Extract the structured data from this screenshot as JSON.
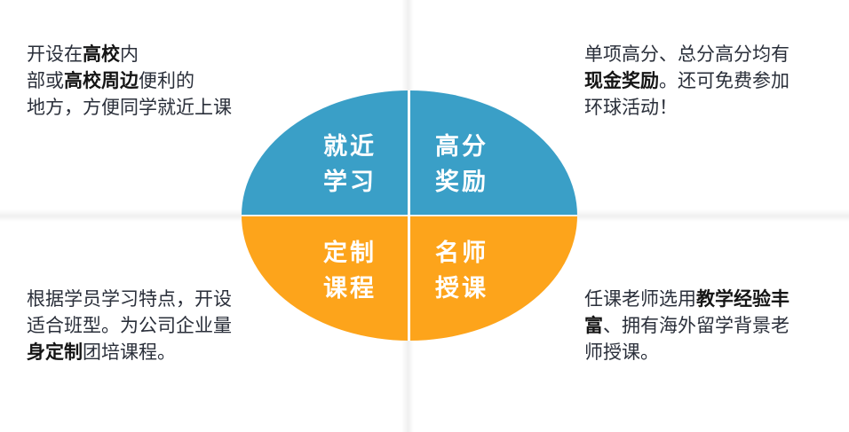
{
  "colors": {
    "blue": "#3a9fc7",
    "orange": "#fda41b",
    "text": "#2a2f3a"
  },
  "quadrants": {
    "top_left": {
      "line1": "就近",
      "line2": "学习"
    },
    "top_right": {
      "line1": "高分",
      "line2": "奖励"
    },
    "bottom_left": {
      "line1": "定制",
      "line2": "课程"
    },
    "bottom_right": {
      "line1": "名师",
      "line2": "授课"
    }
  },
  "descriptions": {
    "top_left": {
      "l1a": "开设在",
      "l1b": "高校",
      "l1c": "内",
      "l2a": "部或",
      "l2b": "高校周边",
      "l2c": "便利的",
      "l3": "地方，方便同学就近上课"
    },
    "top_right": {
      "l1": "单项高分、总分高分均有",
      "l2a": "现金奖励",
      "l2b": "。还可免费参加",
      "l3": "环球活动！"
    },
    "bottom_left": {
      "l1": "根据学员学习特点，开设",
      "l2": "适合班型。为公司企业量",
      "l3a": "身定制",
      "l3b": "团培课程。"
    },
    "bottom_right": {
      "l1a": "任课老师选用",
      "l1b": "教学经验丰",
      "l2a": "富",
      "l2b": "、拥有海外留学背景老",
      "l3": "师授课。"
    }
  }
}
